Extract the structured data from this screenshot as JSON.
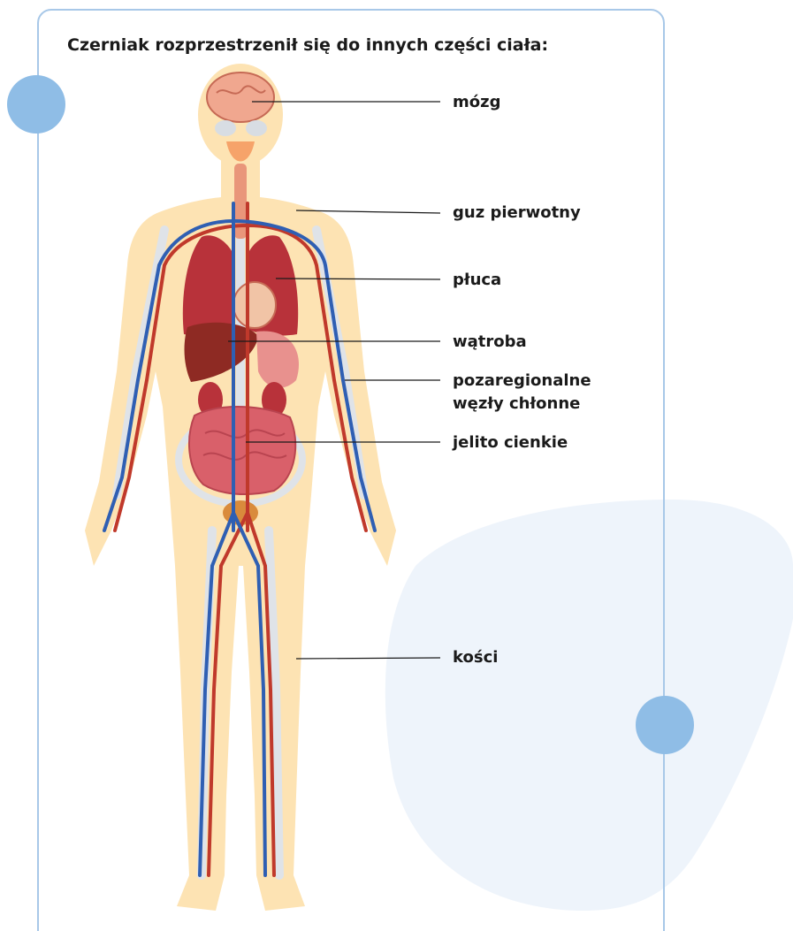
{
  "title": "Czerniak rozprzestrzenił się do innych części ciała:",
  "labels": {
    "brain": "mózg",
    "primary_tumor": "guz pierwotny",
    "lungs": "płuca",
    "liver": "wątroba",
    "lymph_nodes_line1": "pozaregionalne",
    "lymph_nodes_line2": "węzły chłonne",
    "small_intestine": "jelito cienkie",
    "bones": "kości"
  },
  "colors": {
    "card_border": "#a8c8e8",
    "accent_dot": "#8fbde6",
    "blob": "#eef4fb",
    "skin": "#fde3b3",
    "artery": "#c0392b",
    "vein": "#2f5fb3",
    "organ": "#b8323a",
    "text": "#1a1a1a"
  }
}
